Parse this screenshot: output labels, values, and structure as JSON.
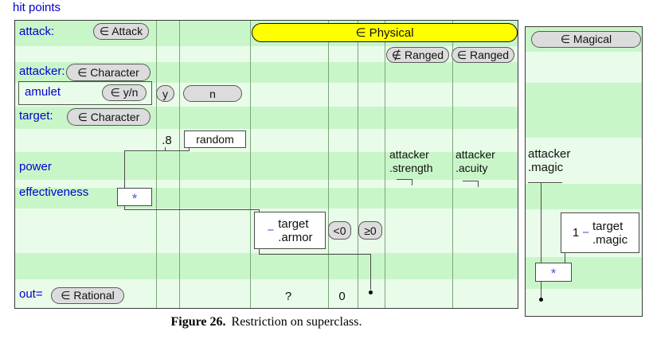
{
  "window": {
    "title": "hit points"
  },
  "colors": {
    "stripe_green": "#c9f6c9",
    "stripe_pale": "#e9fce9",
    "label_blue": "#0000cd",
    "pill_gray": "#dcdcdc",
    "highlight_yellow": "#ffff00",
    "operator_blue": "#5050e8"
  },
  "rows": {
    "attack": {
      "label": "attack:",
      "type_pill": "∈ Attack"
    },
    "attacker": {
      "label": "attacker:",
      "type_pill": "∈ Character"
    },
    "amulet": {
      "label": "amulet",
      "type_pill": "∈ y/n"
    },
    "target": {
      "label": "target:",
      "type_pill": "∈ Character"
    },
    "power": {
      "label": "power"
    },
    "effectiveness": {
      "label": "effectiveness"
    },
    "out": {
      "label": "out=",
      "type_pill": "∈ Rational"
    }
  },
  "columns": {
    "physical": "∈ Physical",
    "not_ranged": "∉ Ranged",
    "ranged": "∈ Ranged",
    "magical": "∈ Magical"
  },
  "cells": {
    "y": "y",
    "n": "n",
    "point_eight": ".8",
    "random": "random",
    "strength": {
      "line1": "attacker",
      "line2": ".strength"
    },
    "acuity": {
      "line1": "attacker",
      "line2": ".acuity"
    },
    "magic": {
      "line1": "attacker",
      "line2": ".magic"
    },
    "lt_zero": "<0",
    "ge_zero": "≥0",
    "question": "?",
    "zero": "0",
    "bullet": "•",
    "times": "*",
    "minus": "−",
    "one": "1",
    "armor": {
      "line1": "target",
      "line2": ".armor"
    },
    "target_magic": {
      "line1": "target",
      "line2": ".magic"
    }
  },
  "caption": {
    "figure_label": "Figure 26.",
    "text": "Restriction on superclass."
  }
}
